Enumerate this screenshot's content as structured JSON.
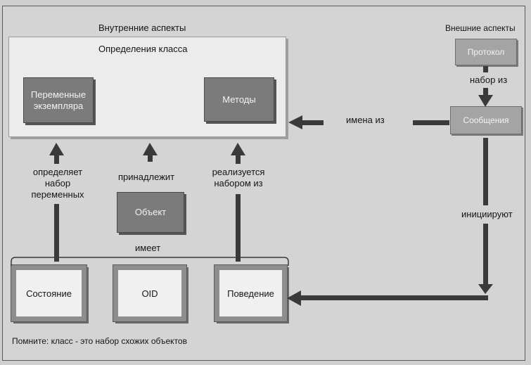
{
  "diagram": {
    "internal_aspects_title": "Внутренние аспекты",
    "external_aspects_title": "Внешние аспекты",
    "class_definitions_title": "Определения класса",
    "instance_variables": "Переменные экземпляра",
    "methods": "Методы",
    "protocol": "Протокол",
    "set_of": "набор из",
    "messages": "Сообщения",
    "names_from": "имена из",
    "defines_set_of_variables": [
      "определяет",
      "набор",
      "переменных"
    ],
    "belongs": "принадлежит",
    "implemented_by_set_of": [
      "реализуется",
      "набором из"
    ],
    "object": "Объект",
    "has": "имеет",
    "initiate": "инициируют",
    "state": "Состояние",
    "oid": "OID",
    "behavior": "Поведение",
    "footnote": "Помните: класс - это набор схожих объектов"
  }
}
